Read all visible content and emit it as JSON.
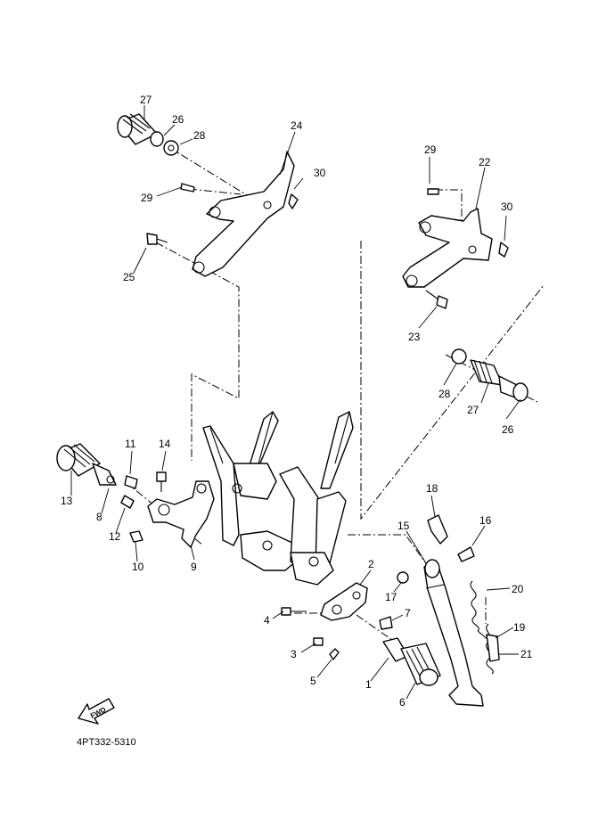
{
  "diagram": {
    "code": "4PT332-5310",
    "fwd_label": "FWD",
    "callouts": {
      "c1": "1",
      "c2": "2",
      "c3": "3",
      "c4": "4",
      "c5": "5",
      "c6": "6",
      "c7": "7",
      "c8": "8",
      "c9": "9",
      "c10": "10",
      "c11": "11",
      "c12": "12",
      "c13": "13",
      "c14": "14",
      "c15": "15",
      "c16": "16",
      "c17": "17",
      "c18": "18",
      "c19": "19",
      "c20": "20",
      "c21": "21",
      "c22": "22",
      "c23": "23",
      "c24": "24",
      "c25": "25",
      "c26": "26",
      "c27": "27",
      "c28": "28",
      "c29": "29",
      "c30": "30"
    }
  }
}
